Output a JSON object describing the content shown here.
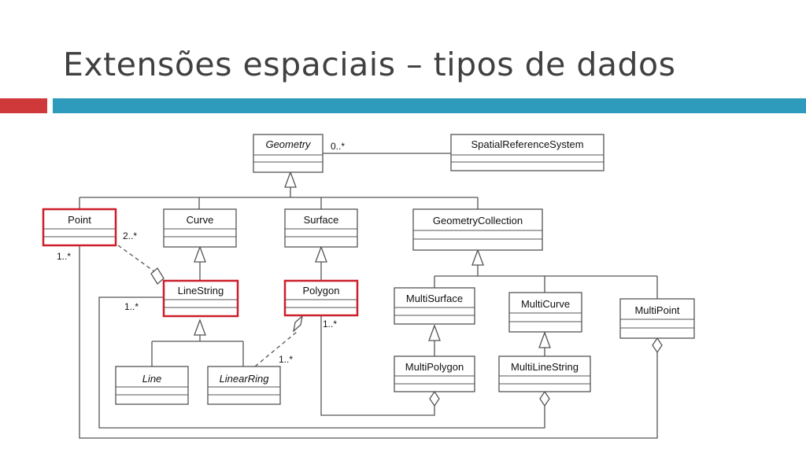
{
  "slide": {
    "title": "Extensões espaciais – tipos de dados"
  },
  "colors": {
    "accent_red": "#d0393a",
    "accent_blue": "#2f9bbc",
    "highlight": "#cc1f2a"
  },
  "diagram": {
    "classes": {
      "geometry": "Geometry",
      "spatial_reference_system": "SpatialReferenceSystem",
      "point": "Point",
      "curve": "Curve",
      "surface": "Surface",
      "geometry_collection": "GeometryCollection",
      "line_string": "LineString",
      "polygon": "Polygon",
      "multi_surface": "MultiSurface",
      "multi_curve": "MultiCurve",
      "multi_point": "MultiPoint",
      "line": "Line",
      "linear_ring": "LinearRing",
      "multi_polygon": "MultiPolygon",
      "multi_line_string": "MultiLineString"
    },
    "multiplicities": {
      "geometry_srs": "0..*",
      "point_linestring": "2..*",
      "point_multipoint": "1..*",
      "linestring_multilinestring": "1..*",
      "polygon_multipolygon": "1..*",
      "linearring_polygon": "1..*"
    }
  }
}
